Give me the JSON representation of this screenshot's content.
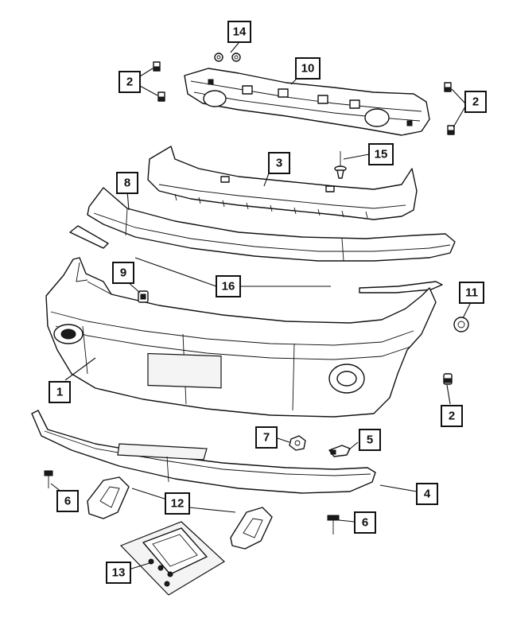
{
  "callouts": [
    {
      "id": "c14",
      "label": "14"
    },
    {
      "id": "c10",
      "label": "10"
    },
    {
      "id": "c2a",
      "label": "2"
    },
    {
      "id": "c2b",
      "label": "2"
    },
    {
      "id": "c3",
      "label": "3"
    },
    {
      "id": "c15",
      "label": "15"
    },
    {
      "id": "c8",
      "label": "8"
    },
    {
      "id": "c9",
      "label": "9"
    },
    {
      "id": "c16",
      "label": "16"
    },
    {
      "id": "c11",
      "label": "11"
    },
    {
      "id": "c1",
      "label": "1"
    },
    {
      "id": "c2c",
      "label": "2"
    },
    {
      "id": "c7",
      "label": "7"
    },
    {
      "id": "c5",
      "label": "5"
    },
    {
      "id": "c4",
      "label": "4"
    },
    {
      "id": "c6a",
      "label": "6"
    },
    {
      "id": "c12",
      "label": "12"
    },
    {
      "id": "c6b",
      "label": "6"
    },
    {
      "id": "c13",
      "label": "13"
    }
  ]
}
